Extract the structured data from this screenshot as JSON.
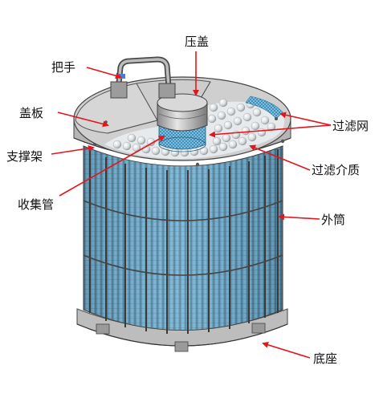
{
  "labels": {
    "press_cover": "压盖",
    "handle": "把手",
    "cover_plate": "盖板",
    "filter_mesh": "过滤网",
    "support_frame": "支撑架",
    "filter_media": "过滤介质",
    "collector_pipe": "收集管",
    "outer_cylinder": "外筒",
    "base": "底座"
  },
  "colors": {
    "arrow": "#e2161c",
    "metal_light": "#dcdcdc",
    "metal_mid": "#a9a9a9",
    "metal_dark": "#555555",
    "mesh_blue": "#4ea8d8"
  }
}
